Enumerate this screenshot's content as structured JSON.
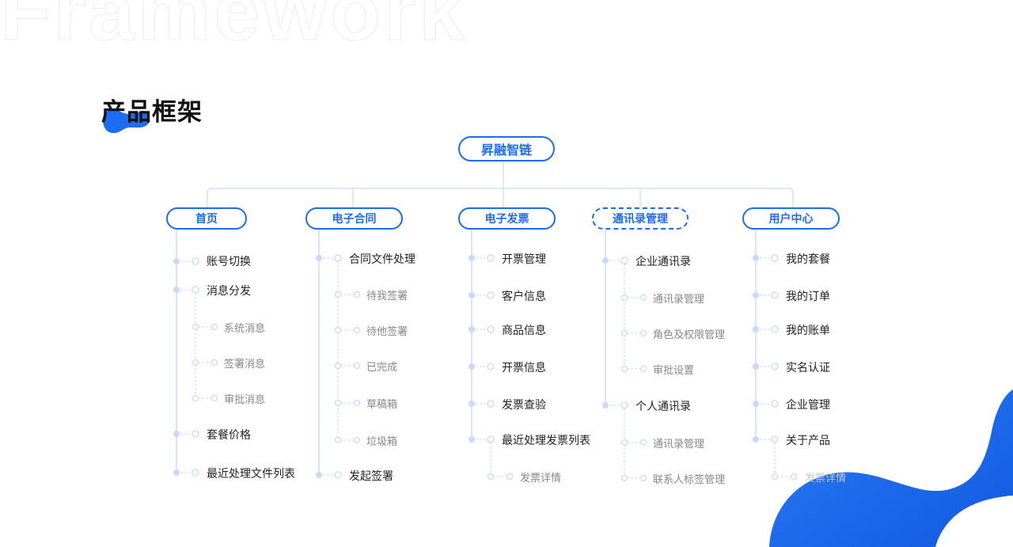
{
  "watermark": "Framework",
  "page_title": "产品框架",
  "root": "昇融智链",
  "columns": [
    {
      "label": "首页",
      "items": [
        {
          "text": "账号切换"
        },
        {
          "text": "消息分发",
          "children": [
            "系统消息",
            "签署消息",
            "审批消息"
          ]
        },
        {
          "text": "套餐价格"
        },
        {
          "text": "最近处理文件列表"
        }
      ]
    },
    {
      "label": "电子合同",
      "items": [
        {
          "text": "合同文件处理",
          "children": [
            "待我签署",
            "待他签署",
            "已完成",
            "草稿箱",
            "垃圾箱"
          ]
        },
        {
          "text": "发起签署"
        }
      ]
    },
    {
      "label": "电子发票",
      "items": [
        {
          "text": "开票管理"
        },
        {
          "text": "客户信息"
        },
        {
          "text": "商品信息"
        },
        {
          "text": "开票信息"
        },
        {
          "text": "发票查验"
        },
        {
          "text": "最近处理发票列表",
          "children": [
            "发票详情"
          ]
        }
      ]
    },
    {
      "label": "通讯录管理",
      "items": [
        {
          "text": "企业通讯录",
          "children": [
            "通讯录管理",
            "角色及权限管理",
            "审批设置"
          ]
        },
        {
          "text": "个人通讯录",
          "children": [
            "通讯录管理",
            "联系人标签管理"
          ]
        }
      ]
    },
    {
      "label": "用户中心",
      "items": [
        {
          "text": "我的套餐"
        },
        {
          "text": "我的订单"
        },
        {
          "text": "我的账单"
        },
        {
          "text": "实名认证"
        },
        {
          "text": "企业管理"
        },
        {
          "text": "关于产品",
          "children": [
            "发票详情"
          ]
        }
      ]
    }
  ],
  "colors": {
    "accent": "#1e6cf2",
    "line": "#c7dafb",
    "blob": "#1e6cf2"
  }
}
